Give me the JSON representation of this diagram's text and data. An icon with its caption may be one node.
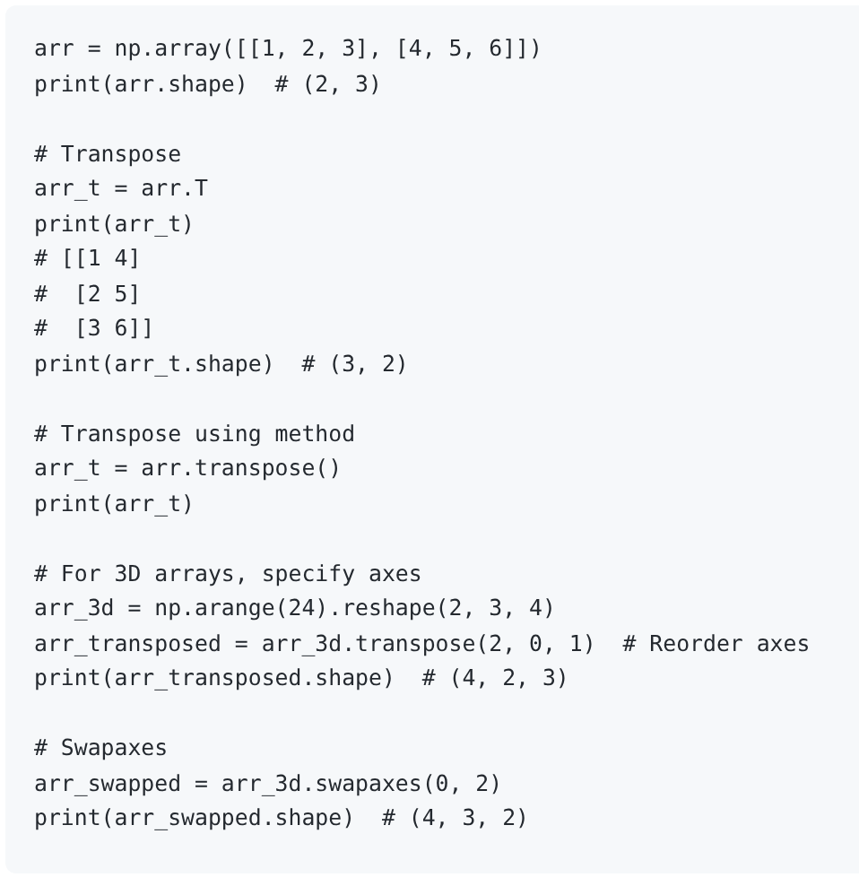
{
  "diagram": {
    "labels": [
      "arr = np.array([[1, 2, 3], [4, 5, 6]])",
      "print(arr.shape)  # (2, 3)",
      "# Transpose",
      "arr_t = arr.T",
      "print(arr_t)",
      "# [[1 4]",
      "#  [2 5]",
      "#  [3 6]]",
      "print(arr_t.shape)  # (3, 2)",
      "# Transpose using method",
      "arr_t = arr.transpose()",
      "print(arr_t)",
      "# For 3D arrays, specify axes",
      "arr_3d = np.arange(24).reshape(2, 3, 4)",
      "arr_transposed = arr_3d.transpose(2, 0, 1)  # Reorder axes",
      "print(arr_transposed.shape)  # (4, 2, 3)",
      "# Swapaxes",
      "arr_swapped = arr_3d.swapaxes(0, 2)",
      "print(arr_swapped.shape)  # (4, 3, 2)"
    ]
  }
}
